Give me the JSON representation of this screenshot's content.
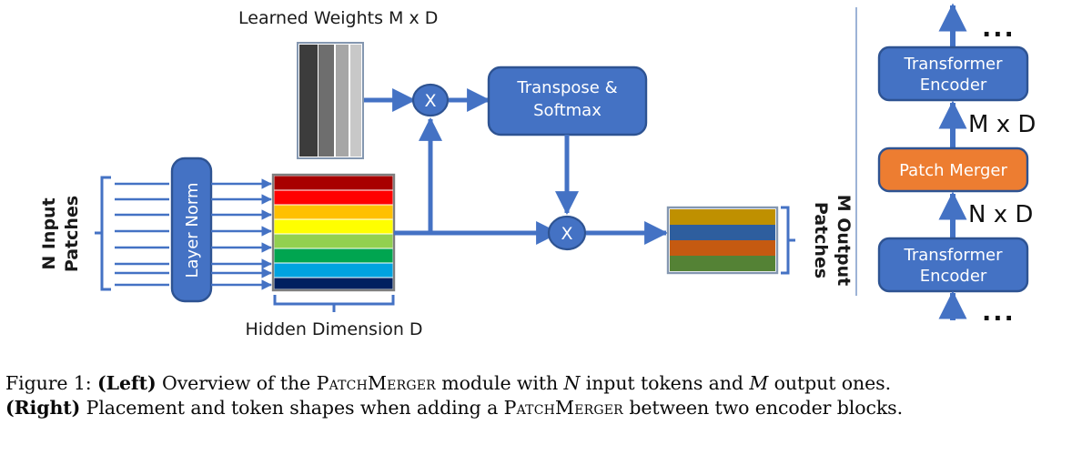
{
  "figure": {
    "left_panel": {
      "title_learned_weights": "Learned Weights M x D",
      "input_bracket_label_line1": "N Input",
      "input_bracket_label_line2": "Patches",
      "layer_norm_label": "Layer Norm",
      "hidden_dimension_label": "Hidden Dimension D",
      "output_bracket_label_line1": "M Output",
      "output_bracket_label_line2": "Patches",
      "multiply_node_1": "X",
      "multiply_node_2": "X",
      "transpose_softmax_line1": "Transpose &",
      "transpose_softmax_line2": "Softmax",
      "input_patch_count": 8,
      "output_patch_count": 4,
      "learned_weight_stripe_count": 4,
      "input_patch_colors": [
        "#A80000",
        "#FF0000",
        "#FFC000",
        "#FFFF00",
        "#92D050",
        "#00A550",
        "#00A3E0",
        "#002060"
      ],
      "output_patch_colors": [
        "#BF9000",
        "#2E5E9E",
        "#C55A11",
        "#548235"
      ],
      "learned_weight_colors": [
        "#3C3C3C",
        "#6E6E6E",
        "#A6A6A6",
        "#C8C8C8"
      ]
    },
    "right_panel": {
      "top_ellipsis": "...",
      "bottom_ellipsis": "...",
      "encoder_top_line1": "Transformer",
      "encoder_top_line2": "Encoder",
      "encoder_bottom_line1": "Transformer",
      "encoder_bottom_line2": "Encoder",
      "patch_merger_label": "Patch Merger",
      "shape_above_merger": "M x D",
      "shape_below_merger": "N x D"
    },
    "colors": {
      "box_fill_blue": "#4472C4",
      "box_stroke_blue": "#2E5392",
      "patch_merger_fill": "#ED7D31",
      "arrow_blue": "#4472C4",
      "divider": "#9DB3D6"
    }
  },
  "caption": {
    "line1_prefix": "Figure 1: ",
    "line1_bold": "(Left)",
    "line1_a": " Overview of the ",
    "line1_sc": "PatchMerger",
    "line1_b": " module with ",
    "line1_italic_n": "N",
    "line1_c": " input tokens and ",
    "line1_italic_m": "M",
    "line1_d": " output ones.",
    "line2_bold": "(Right)",
    "line2_a": " Placement and token shapes when adding a ",
    "line2_sc": "PatchMerger",
    "line2_b": " between two encoder blocks."
  }
}
